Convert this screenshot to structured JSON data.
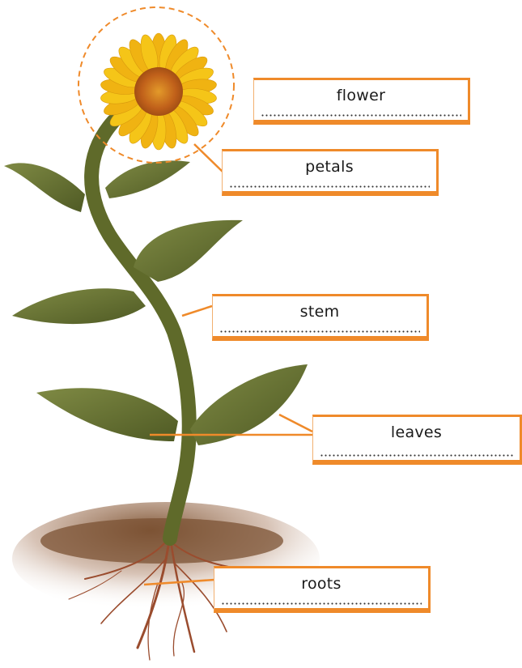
{
  "diagram": {
    "labels": {
      "flower": "flower",
      "petals": "petals",
      "stem": "stem",
      "leaves": "leaves",
      "roots": "roots"
    }
  },
  "colors": {
    "accent": "#ef8a2a",
    "leaf": "#6f7a36",
    "leaf_dark": "#4f5a24",
    "petal": "#f5c518",
    "flower_center": "#c8701a",
    "soil": "#8a5a3a",
    "root": "#a0522d"
  }
}
